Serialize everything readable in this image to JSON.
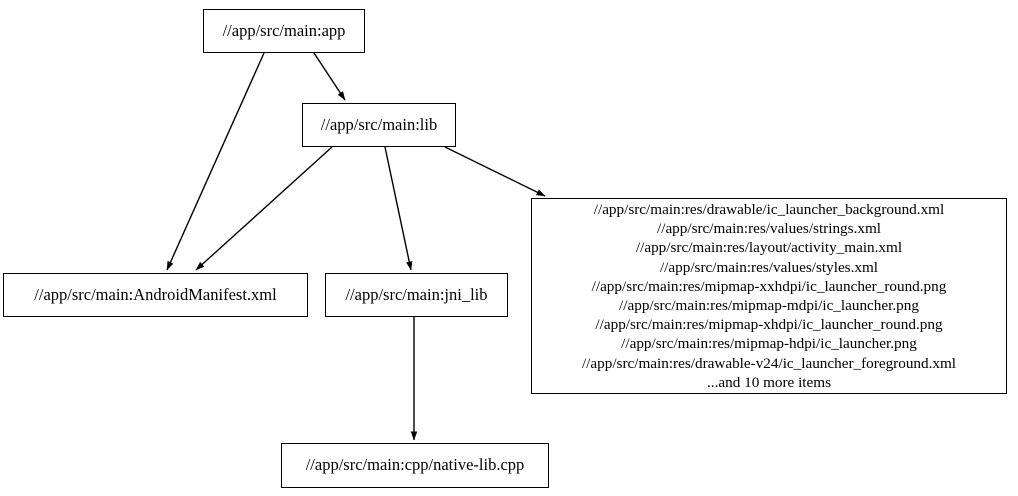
{
  "graph": {
    "type": "directed-dependency-graph",
    "background_color": "#ffffff",
    "edge_color": "#000000",
    "node_border_color": "#000000",
    "node_fill_color": "#ffffff",
    "nodes": {
      "app": {
        "label": "//app/src/main:app"
      },
      "lib": {
        "label": "//app/src/main:lib"
      },
      "manifest": {
        "label": "//app/src/main:AndroidManifest.xml"
      },
      "jni_lib": {
        "label": "//app/src/main:jni_lib"
      },
      "cpp": {
        "label": "//app/src/main:cpp/native-lib.cpp"
      },
      "res": {
        "lines": [
          "//app/src/main:res/drawable/ic_launcher_background.xml",
          "//app/src/main:res/values/strings.xml",
          "//app/src/main:res/layout/activity_main.xml",
          "//app/src/main:res/values/styles.xml",
          "//app/src/main:res/mipmap-xxhdpi/ic_launcher_round.png",
          "//app/src/main:res/mipmap-mdpi/ic_launcher.png",
          "//app/src/main:res/mipmap-xhdpi/ic_launcher_round.png",
          "//app/src/main:res/mipmap-hdpi/ic_launcher.png",
          "//app/src/main:res/drawable-v24/ic_launcher_foreground.xml",
          "...and 10 more items"
        ]
      }
    },
    "edges": [
      {
        "from": "app",
        "to": "manifest"
      },
      {
        "from": "app",
        "to": "lib"
      },
      {
        "from": "lib",
        "to": "manifest"
      },
      {
        "from": "lib",
        "to": "jni_lib"
      },
      {
        "from": "lib",
        "to": "res"
      },
      {
        "from": "jni_lib",
        "to": "cpp"
      }
    ]
  }
}
